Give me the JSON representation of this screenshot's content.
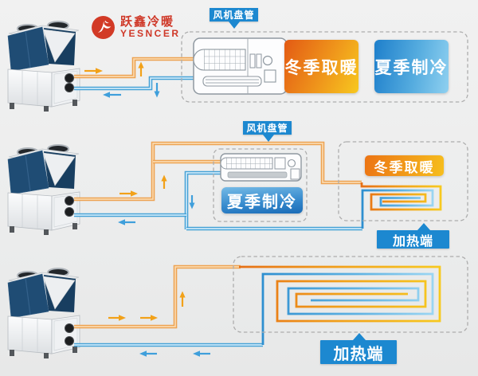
{
  "logo": {
    "cn": "跃鑫冷暖",
    "en": "YESNCER"
  },
  "row1": {
    "tag": "风机盘管",
    "warm": "冬季取暖",
    "cool": "夏季制冷"
  },
  "row2": {
    "tag": "风机盘管",
    "cool": "夏季制冷",
    "warm": "冬季取暖",
    "heater": "加热端"
  },
  "row3": {
    "heater": "加热端"
  },
  "colors": {
    "hot_pipe": "#EDA251",
    "cold_pipe": "#45A1D6",
    "hot_arrow": "#F2A118",
    "cold_arrow": "#3F9FDB",
    "tag_blue": "#1C88D0",
    "brand_red": "#CF3828",
    "dash_gray": "#ADADAD"
  }
}
